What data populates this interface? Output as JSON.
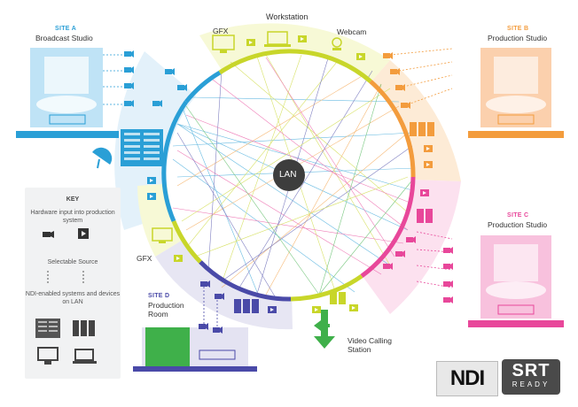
{
  "labels": {
    "workstation": "Workstation",
    "gfx_top": "GFX",
    "webcam": "Webcam",
    "gfx_left": "GFX",
    "lan": "LAN",
    "video_calling_line1": "Video Calling",
    "video_calling_line2": "Station"
  },
  "sites": {
    "a": {
      "tag": "SITE A",
      "name": "Broadcast Studio",
      "color": "#2a9fd6"
    },
    "b": {
      "tag": "SITE B",
      "name": "Production Studio",
      "color": "#f39c3d"
    },
    "c": {
      "tag": "SITE C",
      "name": "Production Studio",
      "color": "#e8479a"
    },
    "d": {
      "tag": "SITE D",
      "name_line1": "Production",
      "name_line2": "Room",
      "color": "#4a4aa8"
    }
  },
  "key": {
    "title": "KEY",
    "item1": "Hardware input into production system",
    "item2": "Selectable Source",
    "item3": "NDI-enabled systems and devices on LAN"
  },
  "logos": {
    "ndi": "NDI",
    "srt_main": "SRT",
    "srt_sub": "READY"
  },
  "colors": {
    "blue": "#2a9fd6",
    "yellow": "#c8d62a",
    "orange": "#f39c3d",
    "pink": "#e8479a",
    "purple": "#4a4aa8",
    "green": "#3fb04a"
  }
}
